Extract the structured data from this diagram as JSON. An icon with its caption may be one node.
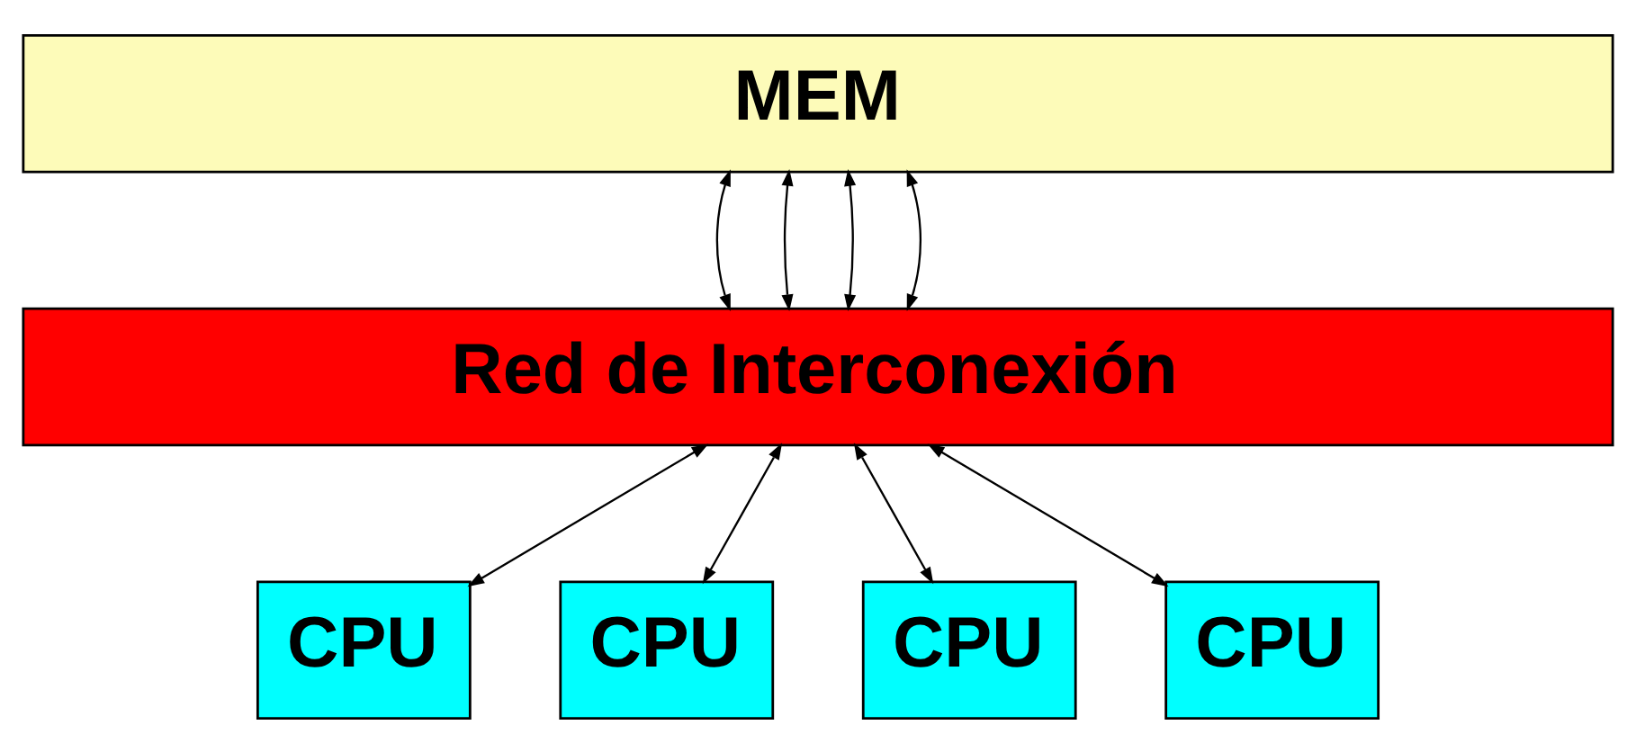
{
  "diagram": {
    "nodes": [
      {
        "text": [
          "MEM"
        ]
      },
      {
        "text": [
          "Red de Interconexión"
        ]
      },
      {
        "text": [
          "CPU"
        ]
      },
      {
        "text": [
          "CPU"
        ]
      },
      {
        "text": [
          "CPU"
        ]
      },
      {
        "text": [
          "CPU"
        ]
      }
    ],
    "edges": [
      {
        "from": 0,
        "to": 1,
        "arrow": "both"
      },
      {
        "from": 0,
        "to": 1,
        "arrow": "both"
      },
      {
        "from": 0,
        "to": 1,
        "arrow": "both"
      },
      {
        "from": 0,
        "to": 1,
        "arrow": "both"
      },
      {
        "from": 1,
        "to": 2,
        "arrow": "both"
      },
      {
        "from": 1,
        "to": 3,
        "arrow": "both"
      },
      {
        "from": 1,
        "to": 4,
        "arrow": "both"
      },
      {
        "from": 1,
        "to": 5,
        "arrow": "both"
      }
    ]
  }
}
